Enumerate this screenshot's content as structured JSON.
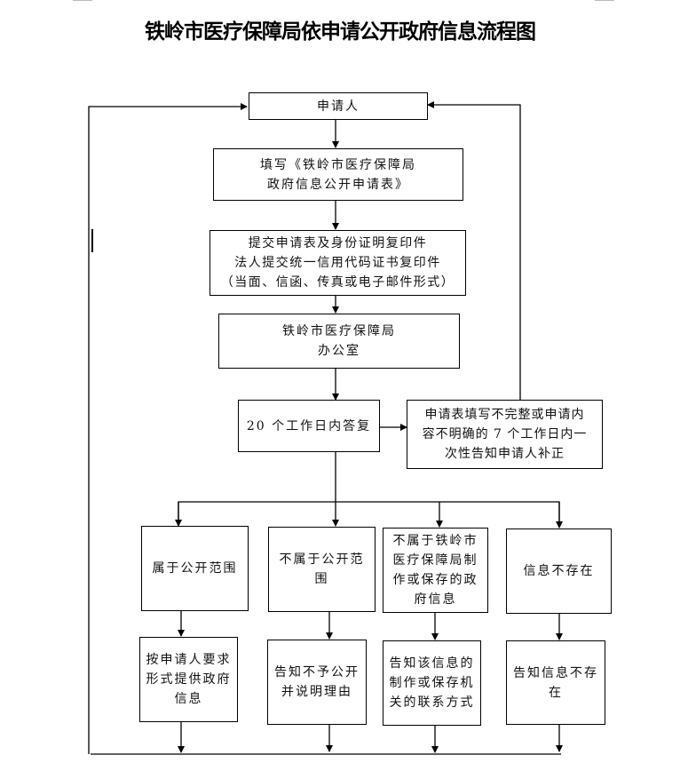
{
  "title": "铁岭市医疗保障局依申请公开政府信息流程图",
  "nodes": {
    "applicant": "申请人",
    "fill_form": "填写《铁岭市医疗保障局\n政府信息公开申请表》",
    "submit": "提交申请表及身份证明复印件\n法人提交统一信用代码证书复印件\n（当面、信函、传真或电子邮件形式）",
    "office": "铁岭市医疗保障局\n办公室",
    "reply": "20 个工作日内答复",
    "incomplete": "申请表填写不完整或申请内\n容不明确的 7 个工作日内一\n次性告知申请人补正",
    "public": "属于公开范围",
    "not_public": "不属于公开范\n围",
    "not_ours": "不属于铁岭市\n医疗保障局制\n作或保存的政\n府信息",
    "not_exist": "信息不存在",
    "provide": "按申请人要求\n形式提供政府\n信息",
    "refuse": "告知不予公开\n并说明理由",
    "contact": "告知该信息的\n制作或保存机\n关的联系方式",
    "notify_not_exist": "告知信息不存\n在"
  }
}
